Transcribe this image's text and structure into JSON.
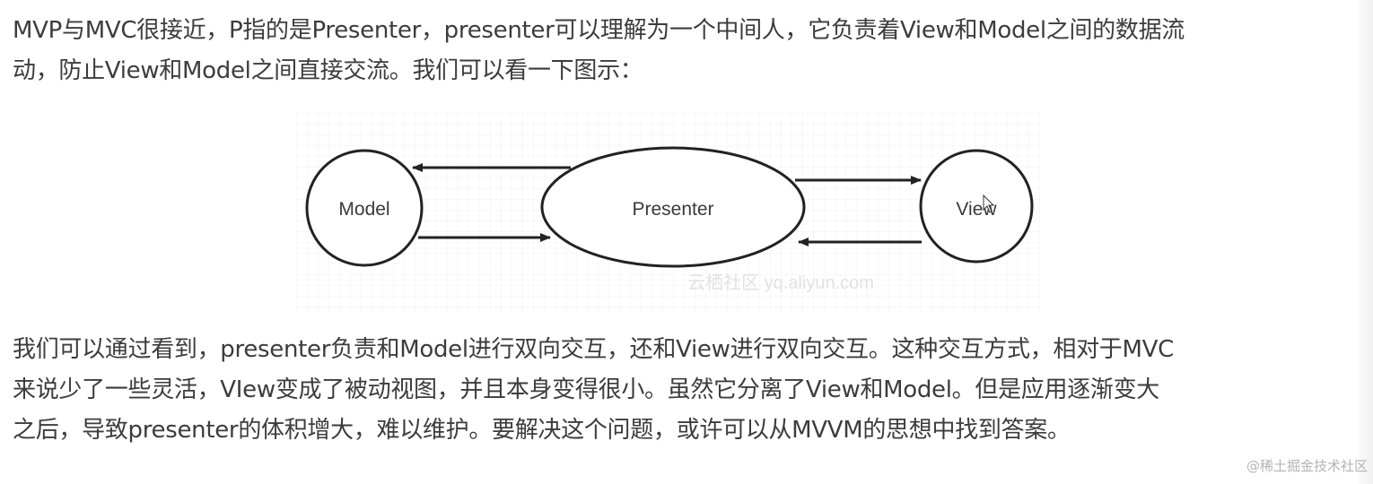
{
  "article": {
    "paragraph1": {
      "lines": [
        "MVP与MVC很接近，P指的是Presenter，presenter可以理解为一个中间人，它负责着View和Model之间的数据流",
        "动，防止View和Model之间直接交流。我们可以看一下图示："
      ]
    },
    "diagram": {
      "nodes": {
        "model": "Model",
        "presenter": "Presenter",
        "view": "View"
      },
      "watermark": "云栖社区 yq.aliyun.com"
    },
    "paragraph2": {
      "lines": [
        "我们可以通过看到，presenter负责和Model进行双向交互，还和View进行双向交互。这种交互方式，相对于MVC",
        "来说少了一些灵活，VIew变成了被动视图，并且本身变得很小。虽然它分离了View和Model。但是应用逐渐变大",
        "之后，导致presenter的体积增大，难以维护。要解决这个问题，或许可以从MVVM的思想中找到答案。"
      ]
    }
  },
  "site_watermark": "@稀土掘金技术社区"
}
